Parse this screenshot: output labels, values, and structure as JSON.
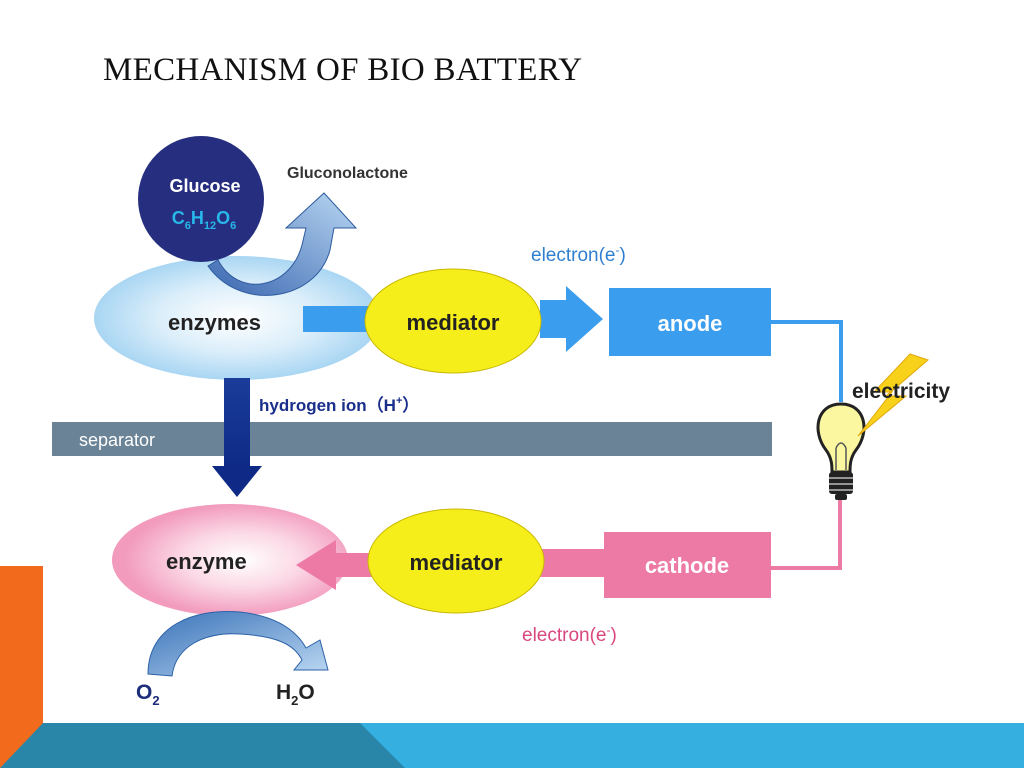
{
  "title": "MECHANISM OF BIO BATTERY",
  "diagram": {
    "glucose": {
      "name": "Glucose",
      "formula_c": "C",
      "formula_c_sub": "6",
      "formula_h": "H",
      "formula_h_sub": "12",
      "formula_o": "O",
      "formula_o_sub": "6"
    },
    "gluconolactone": "Gluconolactone",
    "enzymes": "enzymes",
    "mediator_top": "mediator",
    "electron_top": "electron(e",
    "electron_top_sup": "-",
    "electron_top_close": ")",
    "anode": "anode",
    "hydrogen_ion": "hydrogen ion（H",
    "hydrogen_ion_sup": "+",
    "hydrogen_ion_close": "）",
    "separator": "separator",
    "electricity": "electricity",
    "enzyme": "enzyme",
    "mediator_bottom": "mediator",
    "cathode": "cathode",
    "electron_bottom": "electron(e",
    "electron_bottom_sup": "-",
    "electron_bottom_close": ")",
    "o2": "O",
    "o2_sub": "2",
    "h2o_h": "H",
    "h2o_sub": "2",
    "h2o_o": "O",
    "colors": {
      "anode": "#3b9ded",
      "cathode": "#ec7aa5",
      "separator": "#6b8396",
      "mediator": "#f5ee1a",
      "glucose": "#262f7f",
      "electron_top_text": "#2f7fd0",
      "electron_bottom_text": "#d9477f",
      "hydrogen_arrow": "#13308f",
      "accent_orange": "#f26a1b",
      "band_dark": "#2a86a8",
      "band_light": "#35aee0"
    }
  }
}
